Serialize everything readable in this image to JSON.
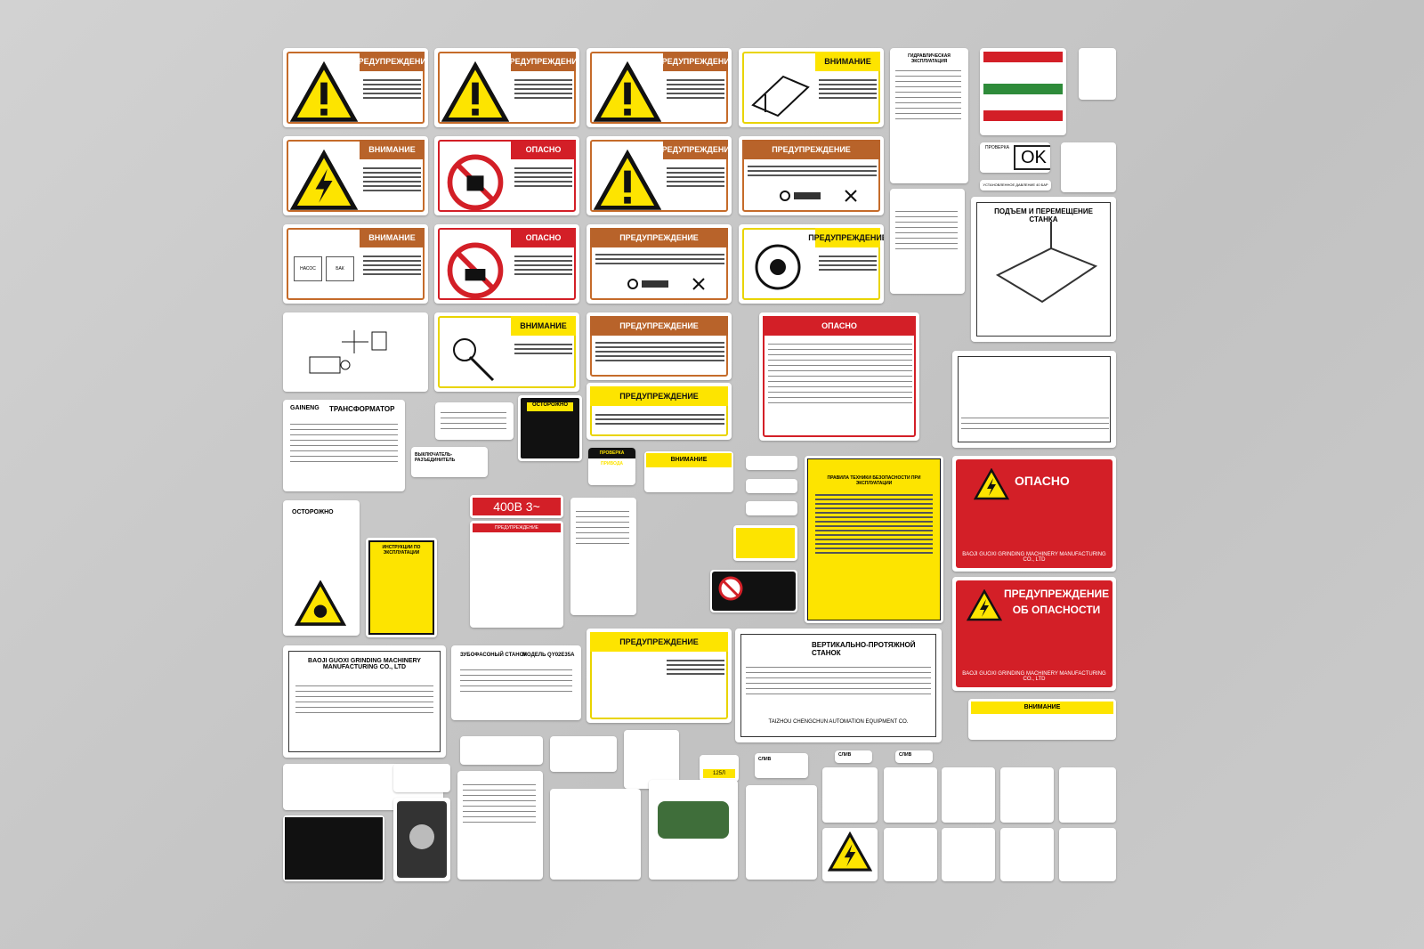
{
  "texts": {
    "warn": "ПРЕДУПРЕЖДЕНИЕ",
    "attention": "ВНИМАНИЕ",
    "danger": "ОПАСНО",
    "caution": "ОСТОРОЖНО",
    "warn_danger_1": "ПРЕДУПРЕЖДЕНИЕ",
    "warn_danger_2": "ОБ ОПАСНОСТИ",
    "transformer": "ТРАНСФОРМАТОР",
    "lift": "ПОДЪЕМ И ПЕРЕМЕЩЕНИЕ СТАНКА",
    "ok": "OK",
    "voltage": "400В 3~",
    "company": "BAOJI GUOXI GRINDING MACHINERY MANUFACTURING CO., LTD",
    "broach": "ВЕРТИКАЛЬНО-ПРОТЯЖНОЙ СТАНОК",
    "broach_company": "TAIZHOU CHENGCHUN AUTOMATION EQUIPMENT CO.",
    "rules": "ПРАВИЛА ТЕХНИКИ БЕЗОПАСНОСТИ ПРИ ЭКСПЛУАТАЦИИ",
    "instr": "ИНСТРУКЦИИ ПО ЭКСПЛУАТАЦИИ",
    "gear": "ЗУБОФАСОНЫЙ СТАНОК",
    "gear_model": "МОДЕЛЬ QY02E35A",
    "brand": "GAINENG",
    "slive1": "СЛИВ",
    "slive2": "СЛИВ",
    "slive3": "СЛИВ",
    "pressure": "УСТАНОВЛЕННОЕ ДАВЛЕНИЕ 40 БАР",
    "check": "ПРОВЕРКА",
    "hydraulic": "ГИДРАВЛИЧЕСКАЯ ЭКСПЛУАТАЦИЯ",
    "nasos": "НАСОС",
    "bak": "БАК",
    "switch": "ВЫКЛЮЧАТЕЛЬ-РАЗЪЕДИНИТЕЛЬ",
    "drive": "ПРОВЕРКА ПРИВОДА",
    "num": "125Л"
  },
  "colors": {
    "orange": "#b8632a",
    "red": "#d31f27",
    "yellow": "#fde400",
    "black": "#111111"
  }
}
